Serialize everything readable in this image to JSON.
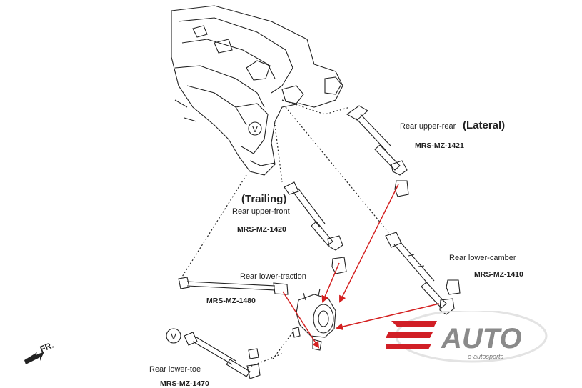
{
  "labels": {
    "upper_rear_name": "Rear upper-rear",
    "upper_rear_tag": "(Lateral)",
    "upper_rear_part": "MRS-MZ-1421",
    "upper_front_tag": "(Trailing)",
    "upper_front_name": "Rear upper-front",
    "upper_front_part": "MRS-MZ-1420",
    "lower_camber_name": "Rear lower-camber",
    "lower_camber_part": "MRS-MZ-1410",
    "lower_traction_name": "Rear lower-traction",
    "lower_traction_part": "MRS-MZ-1480",
    "lower_toe_name": "Rear lower-toe",
    "lower_toe_part": "MRS-MZ-1470",
    "front_arrow": "FR.",
    "v_marker_1": "V",
    "v_marker_2": "V"
  },
  "logo": {
    "wordmark": "AUTO",
    "subtitle": "e-autosports"
  },
  "colors": {
    "line": "#222222",
    "arrow": "#d42020",
    "logo_red": "#d11f26",
    "logo_gray": "#777777"
  }
}
